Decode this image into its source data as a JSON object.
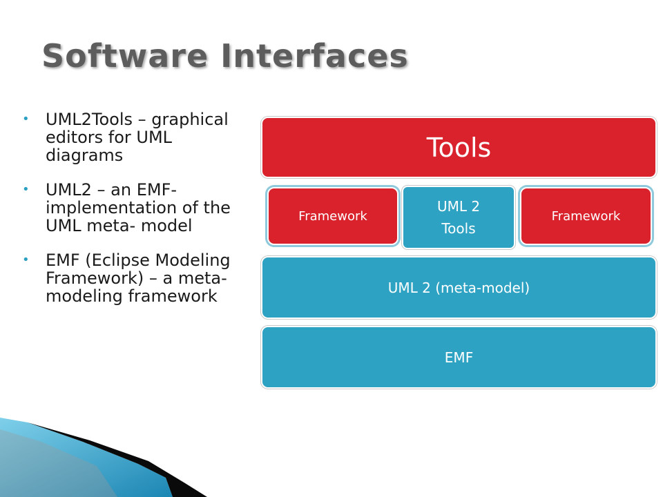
{
  "slide": {
    "title": "Software Interfaces",
    "bullets": [
      "UML2Tools – graphical editors for UML diagrams",
      " UML2 – an EMF- implementation of the UML meta- model",
      " EMF (Eclipse Modeling Framework) – a meta-modeling framework"
    ]
  },
  "diagram": {
    "tools": "Tools",
    "framework_left": "Framework",
    "uml2_tools_line1": "UML 2",
    "uml2_tools_line2": "Tools",
    "framework_right": "Framework",
    "meta_model": "UML 2 (meta-model)",
    "emf": "EMF"
  },
  "colors": {
    "red": "#d9222c",
    "blue": "#2ea2c3",
    "title_gray": "#5d5d5d",
    "bullet_blue": "#2a9fc1"
  }
}
